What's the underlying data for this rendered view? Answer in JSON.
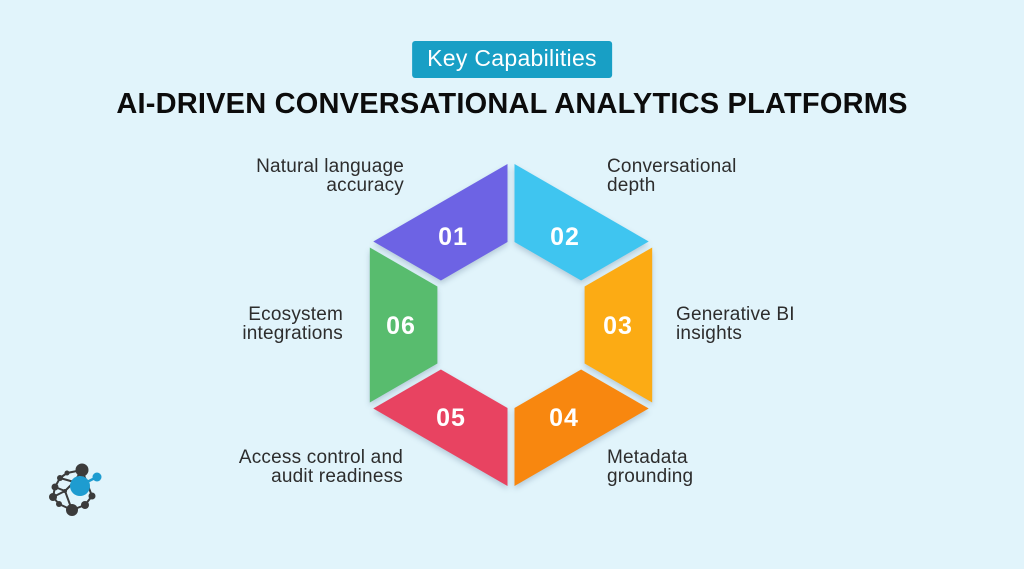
{
  "page": {
    "background": "#e1f4fb"
  },
  "header": {
    "badge": {
      "label": "Key Capabilities",
      "background": "#189fc5",
      "text_color": "#ffffff"
    },
    "title": "AI-DRIVEN CONVERSATIONAL ANALYTICS PLATFORMS"
  },
  "diagram": {
    "type": "hexagon-cycle",
    "segments": [
      {
        "number": "01",
        "label": "Natural language\naccuracy",
        "color": "#6d63e4"
      },
      {
        "number": "02",
        "label": "Conversational\ndepth",
        "color": "#3fc5f0"
      },
      {
        "number": "03",
        "label": "Generative BI\ninsights",
        "color": "#fcab14"
      },
      {
        "number": "04",
        "label": "Metadata\ngrounding",
        "color": "#f8870f"
      },
      {
        "number": "05",
        "label": "Access control and\naudit readiness",
        "color": "#e84361"
      },
      {
        "number": "06",
        "label": "Ecosystem\nintegrations",
        "color": "#58bc6e"
      }
    ]
  },
  "logo": {
    "name": "network-graph-logo",
    "primary_color": "#3b3b3b",
    "accent_color": "#1e9cd0"
  }
}
